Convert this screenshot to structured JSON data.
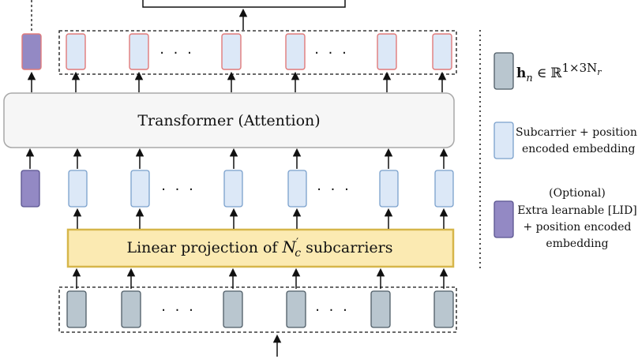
{
  "diagram": {
    "transformer_label": "Transformer (Attention)",
    "projection_label_prefix": "Linear projection of ",
    "projection_symbol_base": "N",
    "projection_symbol_prime": "′",
    "projection_symbol_sub": "c",
    "projection_label_suffix": " subcarriers",
    "ellipsis": "· · ·"
  },
  "legend": {
    "h_symbol": "h",
    "h_sub": "n",
    "h_in": "∈",
    "h_space": "ℝ",
    "h_sup": "1×3N",
    "h_sup_sub": "r",
    "subcarrier_line1": "Subcarrier  + position",
    "subcarrier_line2": "encoded embedding",
    "lid_line1": "(Optional)",
    "lid_line2": "Extra learnable [LID]",
    "lid_line3": "+ position encoded",
    "lid_line4": "embedding"
  },
  "colors": {
    "subcarrier_fill": "#dce8f7",
    "subcarrier_stroke": "#7aa0cc",
    "output_stroke": "#e07a7a",
    "lid_fill": "#9389c4",
    "lid_stroke": "#5a5590",
    "input_fill": "#b9c6cf",
    "input_stroke": "#4e5c66",
    "projection_fill": "#fbeab2",
    "projection_stroke": "#d6b64a",
    "transformer_fill": "#f6f6f6",
    "transformer_stroke": "#a8a8a8"
  }
}
